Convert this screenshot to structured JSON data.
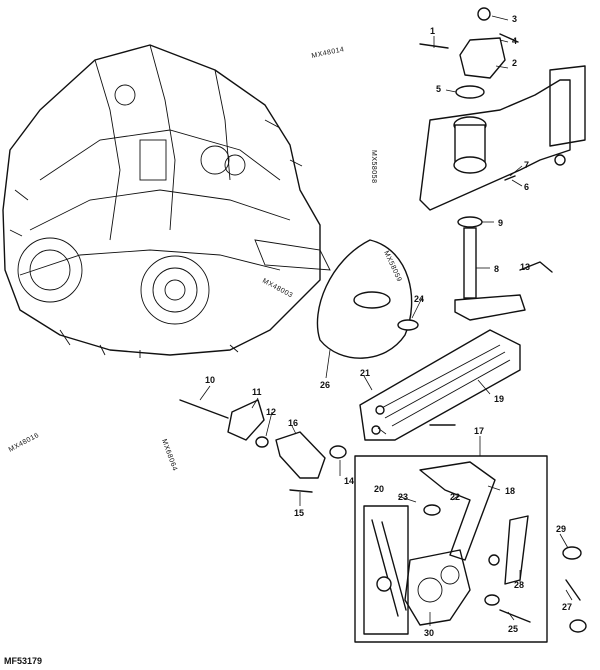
{
  "figure_id": "MF53179",
  "reference_notes": [
    "MX48014",
    "MX58058",
    "MX58059",
    "MX48003",
    "MX48016",
    "MX68064"
  ],
  "callouts": [
    "1",
    "2",
    "3",
    "4",
    "5",
    "6",
    "7",
    "8",
    "9",
    "10",
    "11",
    "12",
    "13",
    "14",
    "15",
    "16",
    "17",
    "18",
    "19",
    "20",
    "21",
    "22",
    "23",
    "24",
    "25",
    "26",
    "27",
    "28",
    "29",
    "30"
  ]
}
